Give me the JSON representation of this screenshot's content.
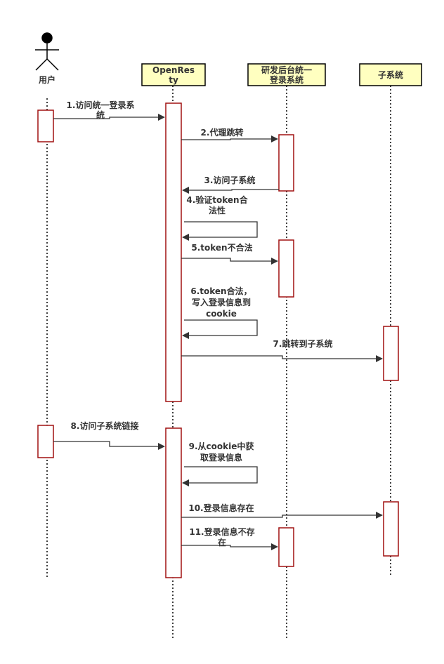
{
  "participants": {
    "user": "用户",
    "openresty": [
      "OpenRes",
      "ty"
    ],
    "backend": [
      "研发后台统一",
      "登录系统"
    ],
    "subsystem": "子系统"
  },
  "messages": [
    {
      "lines": [
        "1.访问统一登录系",
        "统"
      ]
    },
    {
      "lines": [
        "2.代理跳转"
      ]
    },
    {
      "lines": [
        "3.访问子系统"
      ]
    },
    {
      "lines": [
        "4.验证token合",
        "法性"
      ]
    },
    {
      "lines": [
        "5.token不合法"
      ]
    },
    {
      "lines": [
        "6.token合法，",
        "写入登录信息到",
        "cookie"
      ]
    },
    {
      "lines": [
        "7.跳转到子系统"
      ]
    },
    {
      "lines": [
        "8.访问子系统链接"
      ]
    },
    {
      "lines": [
        "9.从cookie中获",
        "取登录信息"
      ]
    },
    {
      "lines": [
        "10.登录信息存在"
      ]
    },
    {
      "lines": [
        "11.登录信息不存",
        "在"
      ]
    }
  ],
  "colors": {
    "header_fill": "#ffffc0",
    "activation_border": "#a01010",
    "line": "#333333"
  }
}
